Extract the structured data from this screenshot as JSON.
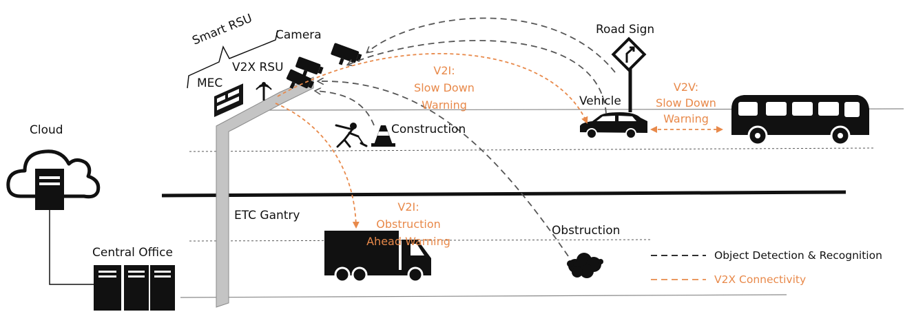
{
  "labels": {
    "smart_rsu": "Smart RSU",
    "camera": "Camera",
    "v2x_rsu": "V2X RSU",
    "mec": "MEC",
    "road_sign": "Road Sign",
    "vehicle": "Vehicle",
    "construction": "Construction",
    "cloud": "Cloud",
    "etc_gantry": "ETC Gantry",
    "obstruction": "Obstruction",
    "central_office": "Central Office"
  },
  "messages": {
    "v2i_slow": [
      "V2I:",
      "Slow Down",
      "Warning"
    ],
    "v2v_slow": [
      "V2V:",
      "Slow Down",
      "Warning"
    ],
    "v2i_obstruction": [
      "V2I:",
      "Obstruction",
      "Ahead Warning"
    ]
  },
  "legend": {
    "detection": "Object Detection & Recognition",
    "connectivity": "V2X Connectivity"
  },
  "colors": {
    "detection_line": "#555555",
    "v2x_line": "#e8894a",
    "gantry": "#c4c4c4"
  }
}
